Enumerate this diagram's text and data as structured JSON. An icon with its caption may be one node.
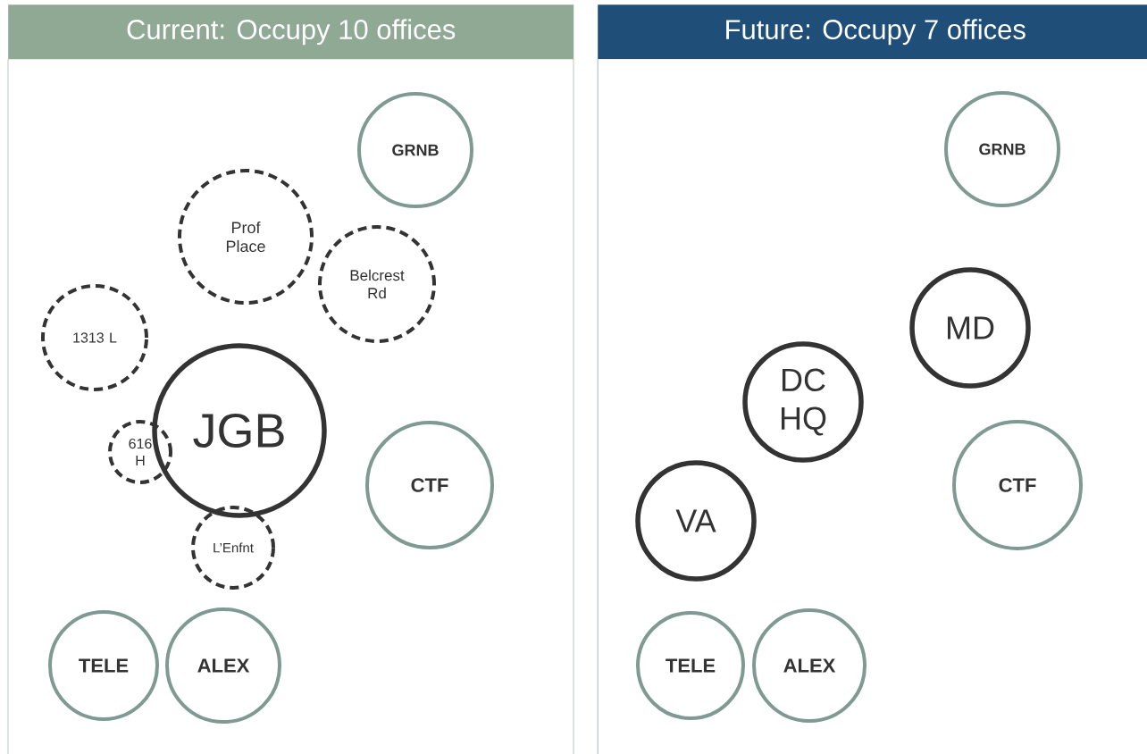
{
  "diagram": {
    "nodes": [
      {
        "text": [
          "Current: Occupy 10 offices"
        ]
      },
      {
        "text": [
          "GRNB"
        ],
        "in": 0
      },
      {
        "text": [
          "Prof Place"
        ],
        "in": 0
      },
      {
        "text": [
          "Belcrest Rd"
        ],
        "in": 0
      },
      {
        "text": [
          "1313 L"
        ],
        "in": 0
      },
      {
        "text": [
          "JGB"
        ],
        "in": 0
      },
      {
        "text": [
          "616 H"
        ],
        "in": 0
      },
      {
        "text": [
          "CTF"
        ],
        "in": 0
      },
      {
        "text": [
          "L’Enfnt"
        ],
        "in": 0
      },
      {
        "text": [
          "TELE"
        ],
        "in": 0
      },
      {
        "text": [
          "ALEX"
        ],
        "in": 0
      },
      {
        "text": [
          "Future: Occupy 7 offices"
        ]
      },
      {
        "text": [
          "GRNB"
        ],
        "in": 11
      },
      {
        "text": [
          "MD"
        ],
        "in": 11
      },
      {
        "text": [
          "DC HQ"
        ],
        "in": 11
      },
      {
        "text": [
          "CTF"
        ],
        "in": 11
      },
      {
        "text": [
          "VA"
        ],
        "in": 11
      },
      {
        "text": [
          "TELE"
        ],
        "in": 11
      },
      {
        "text": [
          "ALEX"
        ],
        "in": 11
      }
    ]
  }
}
